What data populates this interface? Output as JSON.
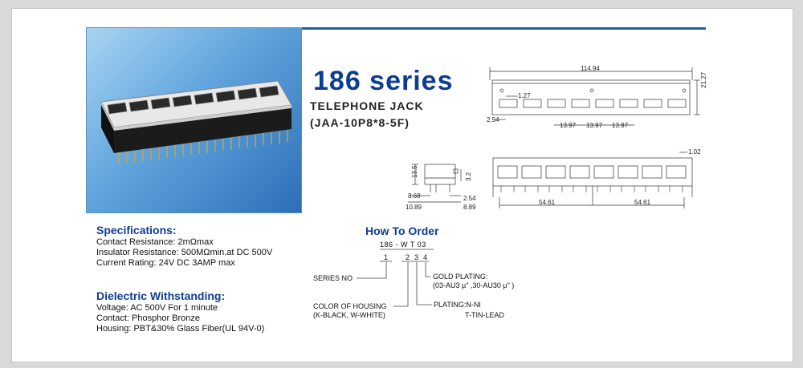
{
  "product": {
    "series": "186 series",
    "type": "TELEPHONE JACK",
    "model": "(JAA-10P8*8-5F)"
  },
  "specifications": {
    "heading": "Specifications:",
    "lines": [
      "Contact Resistance: 2mΩmax",
      "Insulator Resistance: 500MΩmin.at  DC 500V",
      "Current Rating: 24V DC 3AMP max"
    ]
  },
  "dielectric": {
    "heading": "Dielectric Withstanding:",
    "lines": [
      "Voltage: AC 500V For 1 minute",
      "Contact: Phosphor Bronze",
      "Housing: PBT&30% Glass Fiber(UL 94V-0)"
    ]
  },
  "how_to_order": {
    "heading": "How To Order",
    "code": "186 - W T 03",
    "positions": [
      "1",
      "2",
      "3",
      "4"
    ],
    "series_no": "SERIES NO",
    "housing_color": [
      "COLOR OF HOUSING",
      "(K-BLACK, W-WHITE)"
    ],
    "plating": [
      "PLATING:N-NI",
      "T-TIN-LEAD"
    ],
    "gold_plating": [
      "GOLD PLATING:",
      "(03-AU3 μ\" ,30-AU30 μ\"  )"
    ]
  },
  "dimensions": {
    "top_view": {
      "overall": "114.94",
      "height": "21.27",
      "pitch_small": "1.27",
      "edge": "2.54",
      "pitch": [
        "13.97",
        "13.97",
        "13.97"
      ]
    },
    "side_view": {
      "height": "13.5",
      "offset": "3.2",
      "a": "3.68",
      "b": "2.54",
      "c": "10.89",
      "d": "8.89"
    },
    "front_view": {
      "pin": "1.02",
      "half": [
        "54.61",
        "54.61"
      ]
    }
  },
  "colors": {
    "accent": "#0d3d93",
    "rule": "#1f5fa8"
  }
}
